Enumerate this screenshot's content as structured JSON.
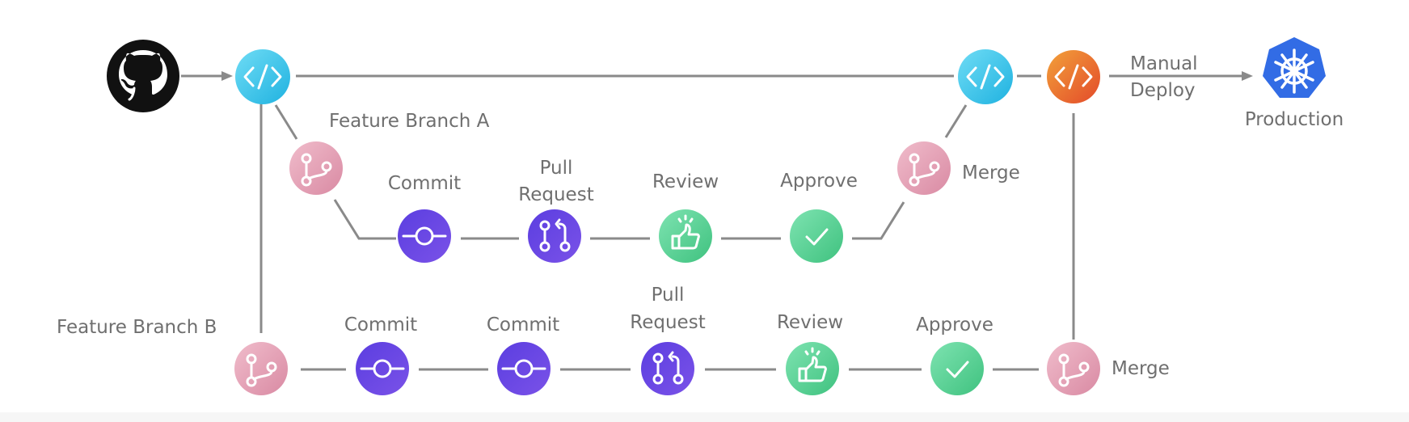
{
  "feature_branch_a": {
    "label": "Feature Branch A",
    "commit": "Commit",
    "pull_request_line1": "Pull",
    "pull_request_line2": "Request",
    "review": "Review",
    "approve": "Approve",
    "merge": "Merge"
  },
  "feature_branch_b": {
    "label": "Feature Branch B",
    "commit_1": "Commit",
    "commit_2": "Commit",
    "pull_request_line1": "Pull",
    "pull_request_line2": "Request",
    "review": "Review",
    "approve": "Approve",
    "merge": "Merge"
  },
  "deploy": {
    "label_line1": "Manual",
    "label_line2": "Deploy",
    "target": "Production"
  },
  "colors": {
    "code_node": "#36c1e6",
    "deploy_node": "#e8622f",
    "branch_node": "#e3a3b7",
    "commit_node": "#6a45e0",
    "review_node": "#4fcf92",
    "kubernetes": "#326ce5",
    "github": "#111111",
    "connector": "#8a8a8a"
  },
  "icons": {
    "source": "github-icon",
    "code": "code-icon",
    "branch": "git-branch-icon",
    "commit": "git-commit-icon",
    "pull_request": "git-pull-request-icon",
    "review": "thumbs-up-icon",
    "approve": "checkmark-icon",
    "production": "kubernetes-icon"
  }
}
